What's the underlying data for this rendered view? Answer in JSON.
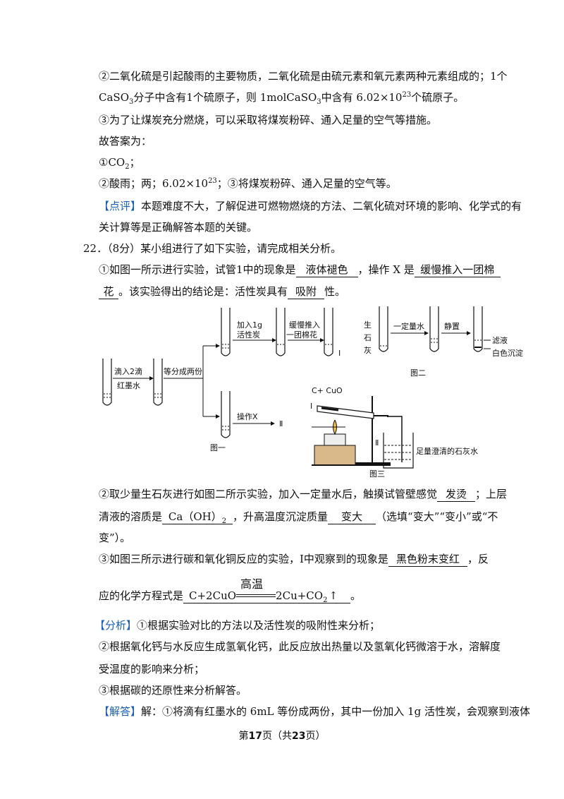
{
  "lines": {
    "l1": "②二氧化硫是引起酸雨的主要物质，二氧化硫是由硫元素和氧元素两种元素组成的；1个",
    "l2a": "CaSO",
    "l2sub": "3",
    "l2b": "分子中含有1个硫原子，则 1molCaSO",
    "l2sub2": "3",
    "l2c": "中含有 6.02×10",
    "l2sup": "23",
    "l2d": "个硫原子。",
    "l3": "③为了让煤炭充分燃烧，可以采取将煤炭粉碎、通入足量的空气等措施。",
    "l4": "故答案为：",
    "l5a": "①CO",
    "l5sub": "2",
    "l5b": "；",
    "l6a": "②酸雨；两；6.02×10",
    "l6sup": "23",
    "l6b": "；③将煤炭粉碎、通入足量的空气等。",
    "l7tag": "【点评】",
    "l7": "本题难度不大，了解促进可燃物燃烧的方法、二氧化硫对环境的影响、化学式的有",
    "l8": "关计算等是正确解答本题的关键。",
    "q22": "22．（8分）某小组进行了如下实验，请完成相关分析。",
    "q1a": "①如图一所示进行实验，试管1中的现象是",
    "q1ans1": "液体褪色",
    "q1b": "，操作 X 是",
    "q1ans2": "缓慢推入一团棉",
    "q2ans2": "花",
    "q2b": "。该实验得出的结论是：活性炭具有",
    "q2ans3": "吸附",
    "q2c": "性。",
    "q3a": "②取少量生石灰进行如图二所示实验，加入一定量水后，触摸试管壁感觉",
    "q3ans1": "发烫",
    "q3b": "；上层",
    "q4a": "清液的溶质是",
    "q4ans1": "Ca（OH）",
    "q4sub": "2",
    "q4b": "，升高温度沉淀质量",
    "q4ans2": "变大",
    "q4c": "（选填“变大”“变小”或“不",
    "q5": "变”）。",
    "q6a": "③如图三所示进行碳和氧化铜反应的实验，Ⅰ中观察到的现象是",
    "q6ans": "黑色粉末变红",
    "q6b": "，反",
    "q7a": "应的化学方程式是",
    "q7eqL": "C+2CuO",
    "q7cond": "高温",
    "q7eqR": "2Cu+CO",
    "q7sub": "2",
    "q7arrow": "↑",
    "q7b": "。",
    "a1tag": "【分析】",
    "a1": "①根据实验对比的方法以及活性炭的吸附性来分析；",
    "a2": "②根据氧化钙与水反应生成氢氧化钙，此反应放出热量以及氢氧化钙微溶于水，溶解度",
    "a3": "受温度的影响来分析；",
    "a4": "③根据碳的还原性来分析解答。",
    "a5tag": "【解答】",
    "a5": "解：①将滴有红墨水的 6mL 等份成两份，其中一份加入 1g 活性炭，会观察到液体"
  },
  "figure1": {
    "step1": "滴入2滴",
    "step1b": "红墨水",
    "step2": "等分成两份",
    "step3": "加入1g",
    "step3b": "活性炭",
    "step4": "缓慢推入",
    "step4b": "一团棉花",
    "label_I": "Ⅰ",
    "opx": "操作X",
    "label_II": "Ⅱ",
    "caption": "图一"
  },
  "figure2": {
    "sub1": "生",
    "sub2": "石",
    "sub3": "灰",
    "step1": "一定量水",
    "step2": "静置",
    "lab1": "滤液",
    "lab2": "白色沉淀",
    "caption": "图二"
  },
  "figure3": {
    "reagent": "C+ CuO",
    "label_I": "Ⅰ",
    "label_II": "Ⅱ",
    "limewater": "足量澄清的石灰水",
    "caption": "图三"
  },
  "footer": {
    "pre": "第",
    "page": "17",
    "mid": "页（共",
    "total": "23",
    "post": "页）"
  }
}
